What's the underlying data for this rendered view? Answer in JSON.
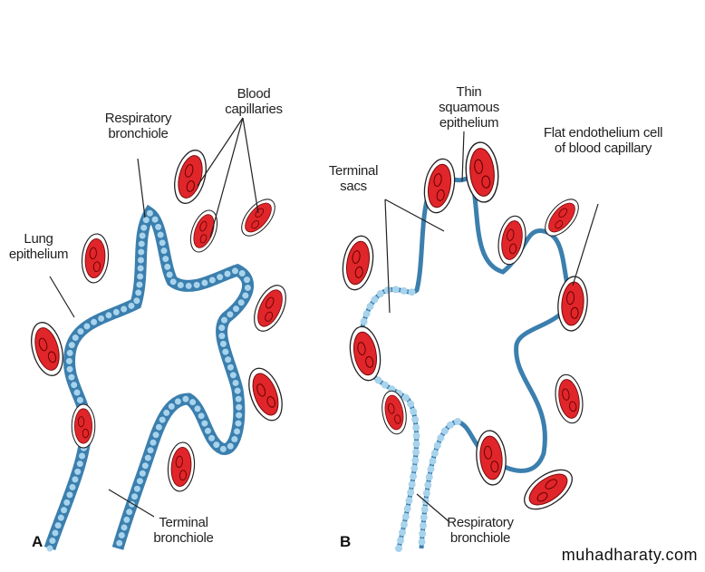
{
  "panel_a": {
    "letter": "A",
    "labels": {
      "blood_capillaries": "Blood capillaries",
      "respiratory_bronchiole": "Respiratory bronchiole",
      "lung_epithelium": "Lung epithelium",
      "terminal_bronchiole": "Terminal bronchiole"
    }
  },
  "panel_b": {
    "letter": "B",
    "labels": {
      "thin_squamous_epithelium": "Thin squamous epithelium",
      "terminal_sacs": "Terminal sacs",
      "flat_endothelium": "Flat endothelium cell of blood capillary",
      "respiratory_bronchiole": "Respiratory bronchiole"
    }
  },
  "watermark": "muhadharaty.com",
  "colors": {
    "epithelium": "#4a90bd",
    "epithelium_light": "#9ccbe6",
    "capillary": "#e0262a"
  }
}
